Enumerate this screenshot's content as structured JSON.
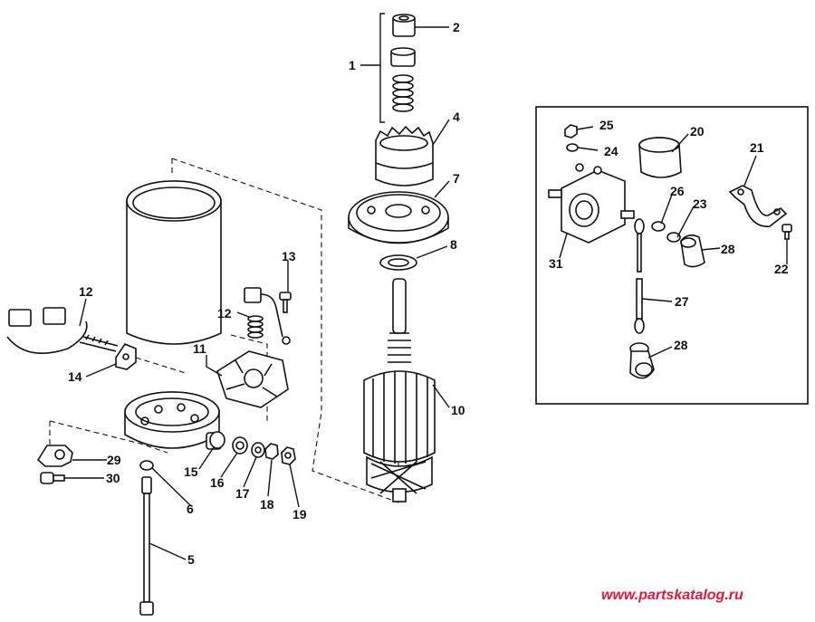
{
  "watermark": "www.partskatalog.ru",
  "colors": {
    "ink": "#111111",
    "watermark": "#e0193a",
    "background": "#ffffff"
  },
  "callouts": {
    "c1": "1",
    "c2": "2",
    "c4": "4",
    "c5": "5",
    "c6": "6",
    "c7": "7",
    "c8": "8",
    "c10": "10",
    "c11": "11",
    "c12a": "12",
    "c12b": "12",
    "c13": "13",
    "c14": "14",
    "c15": "15",
    "c16": "16",
    "c17": "17",
    "c18": "18",
    "c19": "19",
    "c20": "20",
    "c21": "21",
    "c22": "22",
    "c23": "23",
    "c24": "24",
    "c25": "25",
    "c26": "26",
    "c27": "27",
    "c28a": "28",
    "c28b": "28",
    "c29": "29",
    "c30": "30",
    "c31": "31"
  }
}
